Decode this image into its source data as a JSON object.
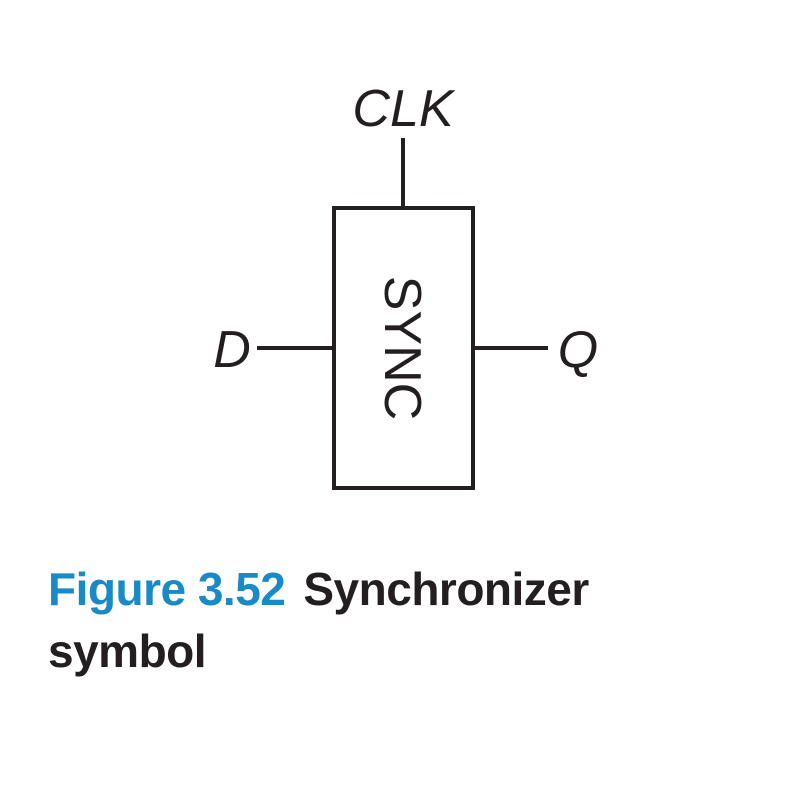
{
  "diagram": {
    "clock_label": "CLK",
    "input_label": "D",
    "output_label": "Q",
    "block_label": "SYNC",
    "colors": {
      "stroke": "#231f20",
      "text": "#231f20"
    }
  },
  "caption": {
    "figure_number": "Figure 3.52",
    "title_line1": "Synchronizer",
    "title_line2": "symbol",
    "number_color": "#1a8ac6"
  }
}
